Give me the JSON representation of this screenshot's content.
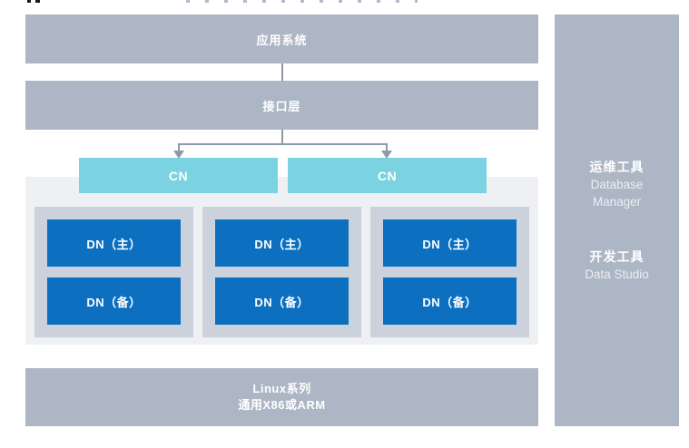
{
  "diagram": {
    "app_layer_label": "应用系统",
    "interface_layer_label": "接口层",
    "cn_nodes": [
      "CN",
      "CN"
    ],
    "dn_groups": [
      {
        "primary_label": "DN（主）",
        "standby_label": "DN（备）"
      },
      {
        "primary_label": "DN（主）",
        "standby_label": "DN（备）"
      },
      {
        "primary_label": "DN（主）",
        "standby_label": "DN（备）"
      }
    ],
    "os_layer": {
      "line1": "Linux系列",
      "line2": "通用X86或ARM"
    },
    "colors": {
      "layer_bar": "#acb6c5",
      "cn_node": "#7bd2e1",
      "dn_node": "#0c6fbf",
      "shard_group_bg": "#ccd2dc",
      "cluster_bg": "#eef0f3",
      "connector": "#8f99a9",
      "text_on_dark": "#ffffff"
    }
  },
  "sidebar": {
    "groups": [
      {
        "title": "运维工具",
        "lines": [
          "Database",
          "Manager"
        ]
      },
      {
        "title": "开发工具",
        "lines": [
          "Data Studio"
        ]
      }
    ]
  }
}
